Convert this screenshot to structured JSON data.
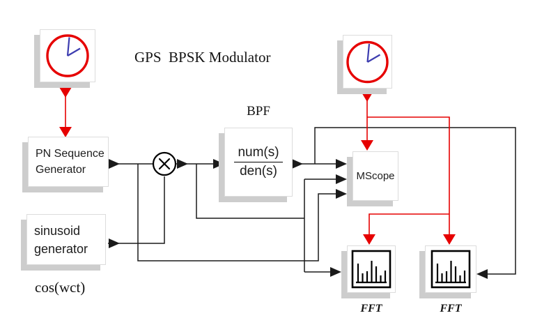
{
  "title": "GPS  BPSK Modulator",
  "blocks": {
    "pn_generator": {
      "line1": "PN Sequence",
      "line2": "Generator"
    },
    "sinusoid_generator": {
      "line1": "sinusoid",
      "line2": "generator"
    },
    "multiplier": {
      "symbol": "×"
    },
    "bpf": {
      "caption": "BPF",
      "numerator": "num(s)",
      "denominator": "den(s)"
    },
    "mscope": {
      "label": "MScope"
    },
    "fft_left": {
      "label": "FFT"
    },
    "fft_right": {
      "label": "FFT"
    }
  },
  "annotations": {
    "carrier": "cos(wct)"
  },
  "colors": {
    "accent_red": "#e60000",
    "wire_black": "#1a1a1a",
    "shadow_gray": "#cdcdcd",
    "clock_hand_blue": "#3d3db0"
  }
}
